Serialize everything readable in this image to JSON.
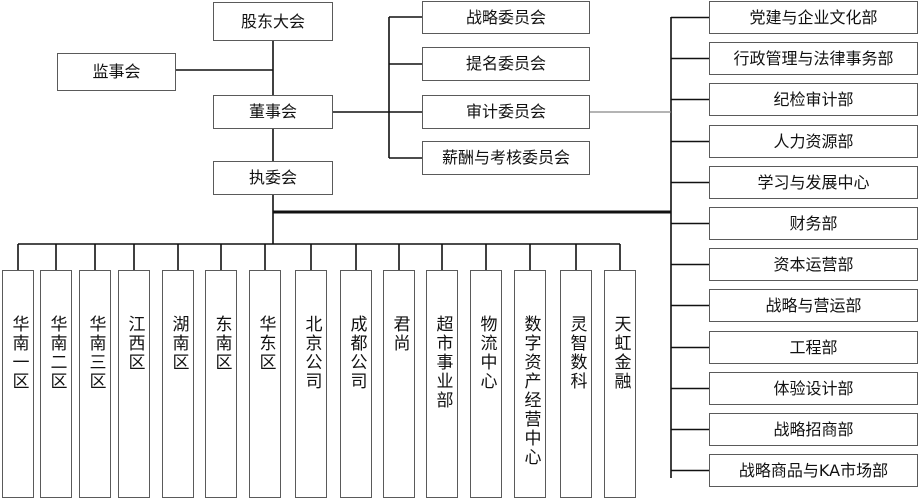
{
  "top": {
    "shareholders": "股东大会",
    "supervisory": "监事会",
    "board": "董事会",
    "executive": "执委会"
  },
  "committees": [
    "战略委员会",
    "提名委员会",
    "审计委员会",
    "薪酬与考核委员会"
  ],
  "departments": [
    "党建与企业文化部",
    "行政管理与法律事务部",
    "纪检审计部",
    "人力资源部",
    "学习与发展中心",
    "财务部",
    "资本运营部",
    "战略与营运部",
    "工程部",
    "体验设计部",
    "战略招商部",
    "战略商品与KA市场部"
  ],
  "regions": [
    "华南一区",
    "华南二区",
    "华南三区",
    "江西区",
    "湖南区",
    "东南区",
    "华东区",
    "北京公司",
    "成都公司",
    "君尚",
    "超市事业部",
    "物流中心",
    "数字资产经营中心",
    "灵智数科",
    "天虹金融"
  ]
}
